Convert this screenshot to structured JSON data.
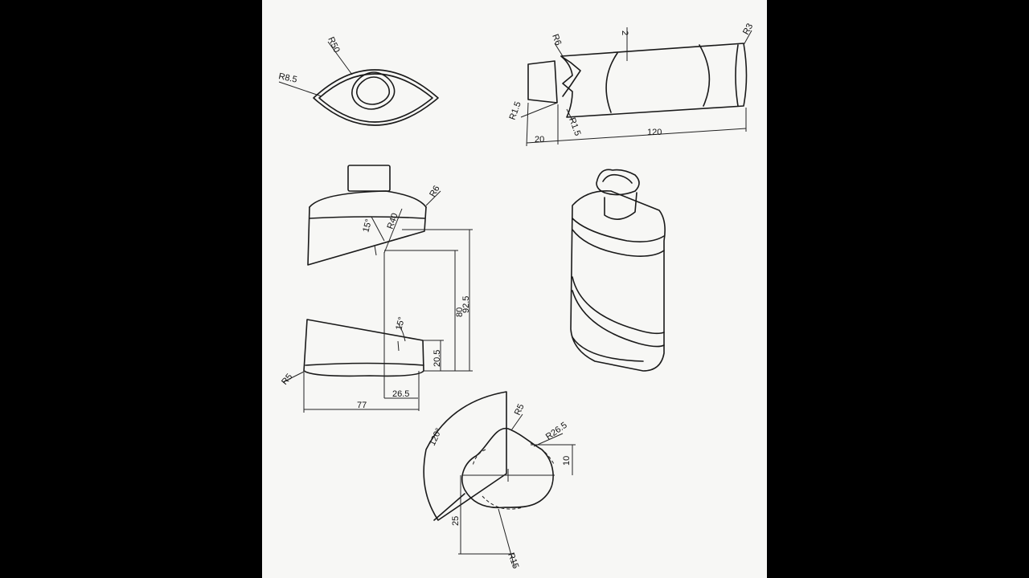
{
  "dimensions": {
    "top_view": {
      "r_outer": "R50",
      "r_inner": "R8.5"
    },
    "side_bar": {
      "r_left_end": "R6",
      "r_right_end": "R3",
      "thickness": "2",
      "r_fillet_top": "R1.5",
      "r_fillet_bottom": "R1.5",
      "len_neck": "20",
      "len_body": "120"
    },
    "front_view": {
      "r_shoulder": "R6",
      "angle_top": "15°",
      "r_band": "R40",
      "h_80": "80",
      "h_92_5": "92.5",
      "angle_bottom": "15°",
      "h_20_5": "20.5",
      "r_base": "R5",
      "w_26_5": "26.5",
      "w_77": "77"
    },
    "section": {
      "angle": "120°",
      "r_5": "R5",
      "r_26_5": "R26.5",
      "d_10": "10",
      "d_25": "25",
      "r_15": "R15"
    }
  },
  "colors": {
    "paper": "#f7f7f5",
    "ink": "#1a1a1a",
    "backdrop": "#000000"
  }
}
